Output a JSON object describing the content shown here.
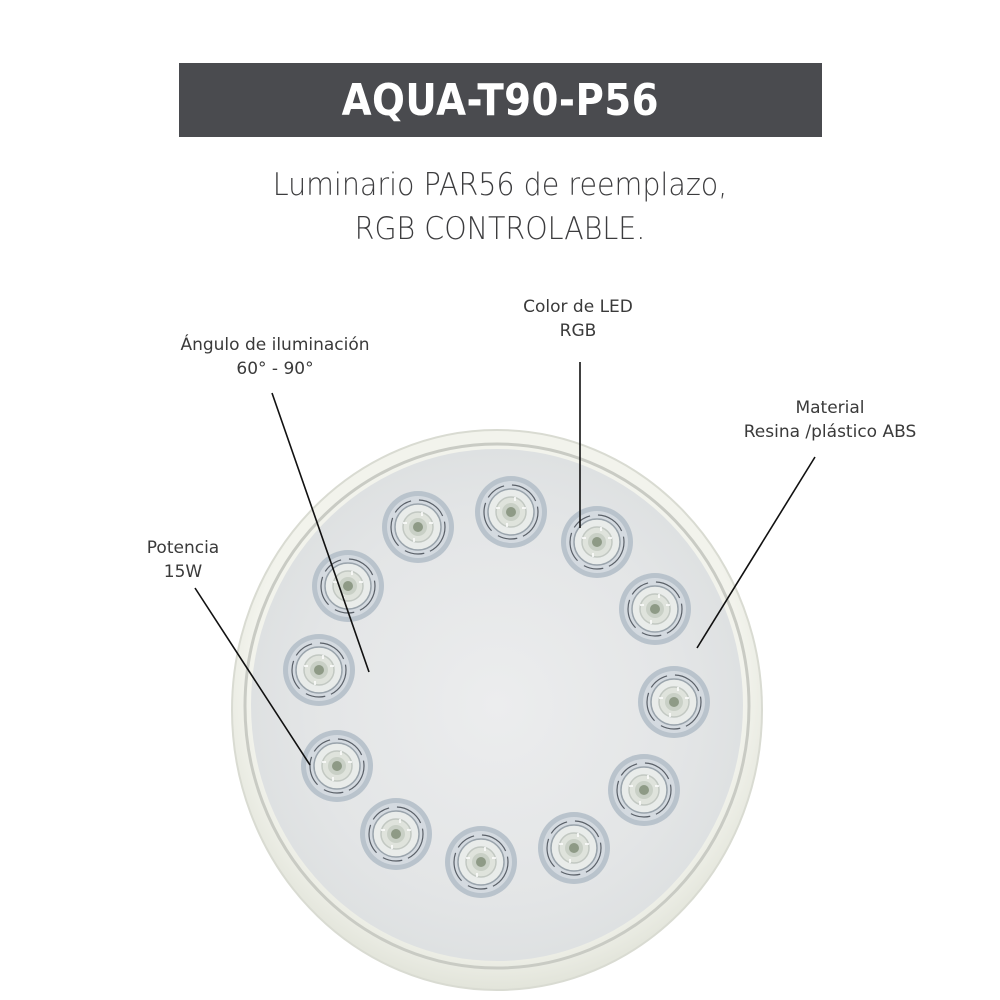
{
  "header": {
    "title": "AQUA-T90-P56",
    "title_bg_color": "#4a4b4f"
  },
  "subtitle": {
    "line1": "Luminario PAR56 de reemplazo,",
    "line2": "RGB CONTROLABLE."
  },
  "callouts": [
    {
      "id": "angle",
      "label": "Ángulo de iluminación",
      "value": "60° - 90°"
    },
    {
      "id": "led-color",
      "label": "Color de LED",
      "value": "RGB"
    },
    {
      "id": "material",
      "label": "Material",
      "value": "Resina /plástico ABS"
    },
    {
      "id": "power",
      "label": "Potencia",
      "value": "15W"
    }
  ],
  "product_image": {
    "description": "PAR56 LED lamp front view",
    "led_count": 12,
    "housing_color": "#eef0e8",
    "lens_color": "#e4e6e6"
  }
}
